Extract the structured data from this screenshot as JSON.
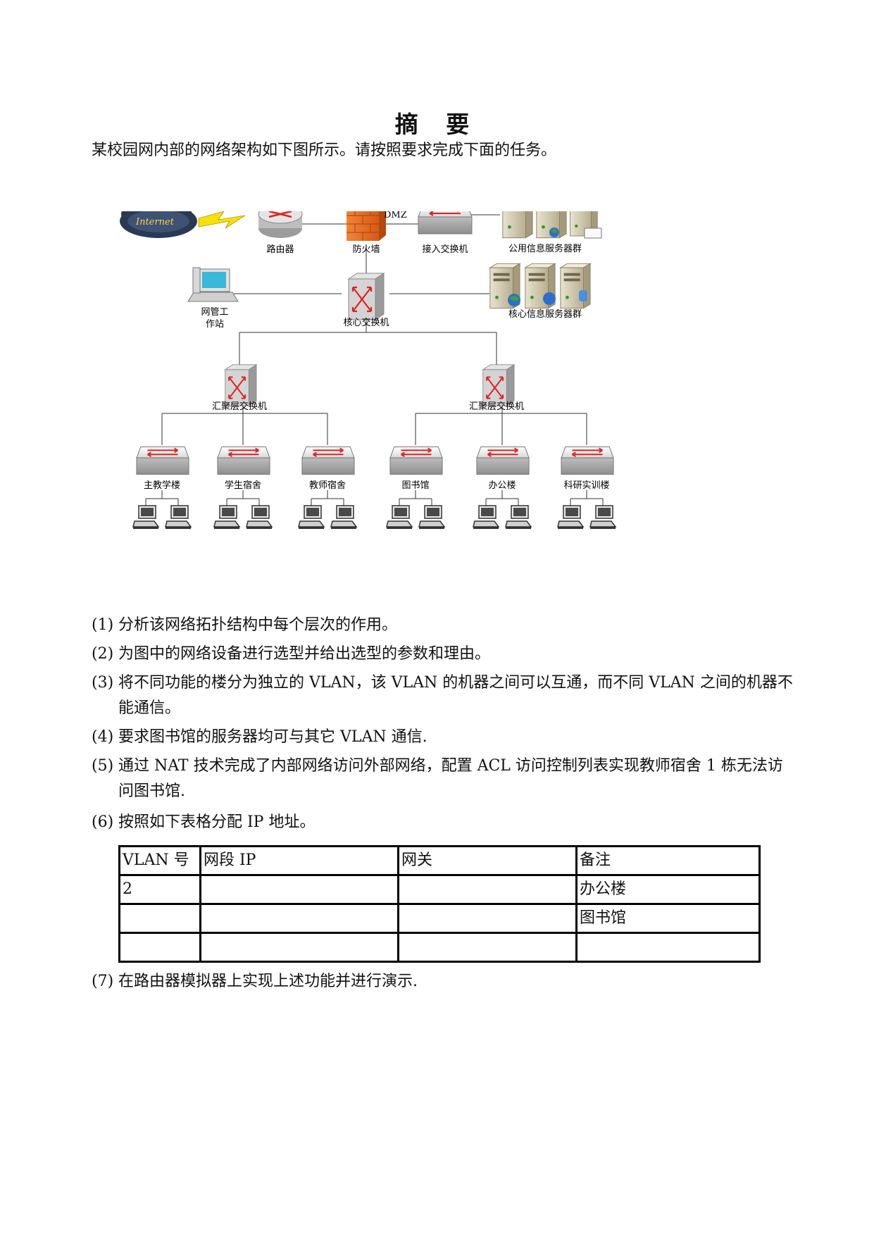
{
  "title": "摘 要",
  "intro": "某校园网内部的网络架构如下图所示。请按照要求完成下面的任务。",
  "diagram": {
    "internet": "Internet",
    "router": "路由器",
    "firewall": "防火墙",
    "dmz": "DMZ",
    "access_switch": "接入交换机",
    "public_servers": "公用信息服务器群",
    "mgmt_station_1": "网管工",
    "mgmt_station_2": "作站",
    "core_switch": "核心交换机",
    "core_servers": "核心信息服务器群",
    "agg_left": "汇聚层交换机",
    "agg_right": "汇聚层交换机",
    "buildings": [
      "主教学楼",
      "学生宿舍",
      "教师宿舍",
      "图书馆",
      "办公楼",
      "科研实训楼"
    ]
  },
  "tasks": [
    {
      "num": "(1)",
      "text": "分析该网络拓扑结构中每个层次的作用。"
    },
    {
      "num": "(2)",
      "text": "为图中的网络设备进行选型并给出选型的参数和理由。"
    },
    {
      "num": "(3)",
      "text": "将不同功能的楼分为独立的 VLAN，该 VLAN 的机器之间可以互通，而不同 VLAN 之间的机器不能通信。"
    },
    {
      "num": "(4)",
      "text": "要求图书馆的服务器均可与其它 VLAN 通信."
    },
    {
      "num": "(5)",
      "text": "通过 NAT 技术完成了内部网络访问外部网络，配置 ACL 访问控制列表实现教师宿舍 1 栋无法访问图书馆."
    },
    {
      "num": "(6)",
      "text": "按照如下表格分配 IP 地址。"
    },
    {
      "num": "(7)",
      "text": "在路由器模拟器上实现上述功能并进行演示."
    }
  ],
  "table": {
    "headers": [
      "VLAN 号",
      "网段 IP",
      "网关",
      "备注"
    ],
    "rows": [
      [
        "2",
        "",
        "",
        "办公楼"
      ],
      [
        "",
        "",
        "",
        "图书馆"
      ],
      [
        "",
        "",
        "",
        ""
      ]
    ]
  }
}
